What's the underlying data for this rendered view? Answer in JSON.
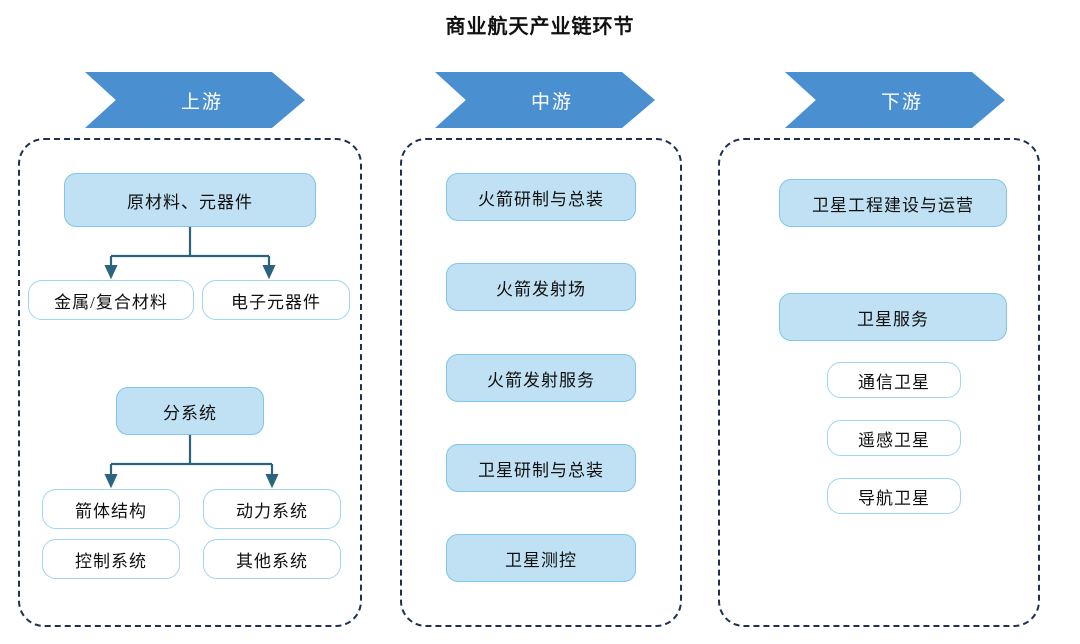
{
  "title": "商业航天产业链环节",
  "colors": {
    "banner_fill": "#4a90d1",
    "banner_text": "#ffffff",
    "node_fill": "#bfe1f3",
    "node_fill_border": "#7fc7e8",
    "node_outline_border": "#9ed6f0",
    "container_dash": "#1f3050",
    "connector": "#2a6480"
  },
  "stages": {
    "upstream": {
      "banner_label": "上游",
      "nodes": {
        "raw_materials": "原材料、元器件",
        "metal_composite": "金属/复合材料",
        "electronic_components": "电子元器件",
        "subsystem": "分系统",
        "rocket_body_structure": "箭体结构",
        "power_system": "动力系统",
        "control_system": "控制系统",
        "other_system": "其他系统"
      }
    },
    "midstream": {
      "banner_label": "中游",
      "nodes": [
        "火箭研制与总装",
        "火箭发射场",
        "火箭发射服务",
        "卫星研制与总装",
        "卫星测控"
      ]
    },
    "downstream": {
      "banner_label": "下游",
      "nodes": {
        "satellite_engineering": "卫星工程建设与运营",
        "satellite_service": "卫星服务",
        "communication_satellite": "通信卫星",
        "remote_sensing_satellite": "遥感卫星",
        "navigation_satellite": "导航卫星"
      }
    }
  },
  "chart_data": {
    "type": "diagram",
    "title": "商业航天产业链环节",
    "structure": "three-stage value chain",
    "stages": [
      {
        "name": "上游",
        "items": [
          {
            "label": "原材料、元器件",
            "style": "filled",
            "children": [
              "金属/复合材料",
              "电子元器件"
            ]
          },
          {
            "label": "分系统",
            "style": "filled",
            "children": [
              "箭体结构",
              "动力系统",
              "控制系统",
              "其他系统"
            ]
          }
        ]
      },
      {
        "name": "中游",
        "items": [
          {
            "label": "火箭研制与总装",
            "style": "filled",
            "children": []
          },
          {
            "label": "火箭发射场",
            "style": "filled",
            "children": []
          },
          {
            "label": "火箭发射服务",
            "style": "filled",
            "children": []
          },
          {
            "label": "卫星研制与总装",
            "style": "filled",
            "children": []
          },
          {
            "label": "卫星测控",
            "style": "filled",
            "children": []
          }
        ]
      },
      {
        "name": "下游",
        "items": [
          {
            "label": "卫星工程建设与运营",
            "style": "filled",
            "children": []
          },
          {
            "label": "卫星服务",
            "style": "filled",
            "children": [
              "通信卫星",
              "遥感卫星",
              "导航卫星"
            ]
          }
        ]
      }
    ]
  }
}
